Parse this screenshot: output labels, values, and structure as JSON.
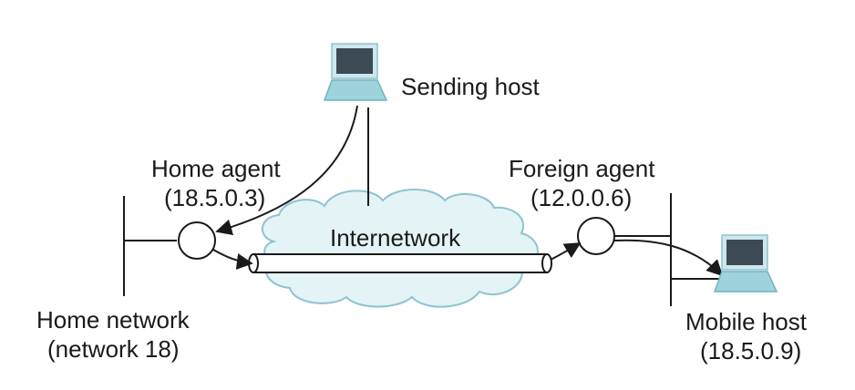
{
  "labels": {
    "sending_host": "Sending host",
    "home_agent_name": "Home agent",
    "home_agent_addr": "(18.5.0.3)",
    "foreign_agent_name": "Foreign agent",
    "foreign_agent_addr": "(12.0.0.6)",
    "internetwork": "Internetwork",
    "home_network_name": "Home network",
    "home_network_addr": "(network 18)",
    "mobile_host_name": "Mobile host",
    "mobile_host_addr": "(18.5.0.9)"
  },
  "colors": {
    "cloud_fill": "#e3f3f6",
    "cloud_stroke": "#8ec3cf",
    "screen": "#3c4a55",
    "monitor_body": "#cfe6ec",
    "keyboard": "#9fd3dc",
    "line": "#1a1a1a"
  },
  "icons": {
    "sending_host": "laptop-icon",
    "mobile_host": "laptop-icon"
  }
}
